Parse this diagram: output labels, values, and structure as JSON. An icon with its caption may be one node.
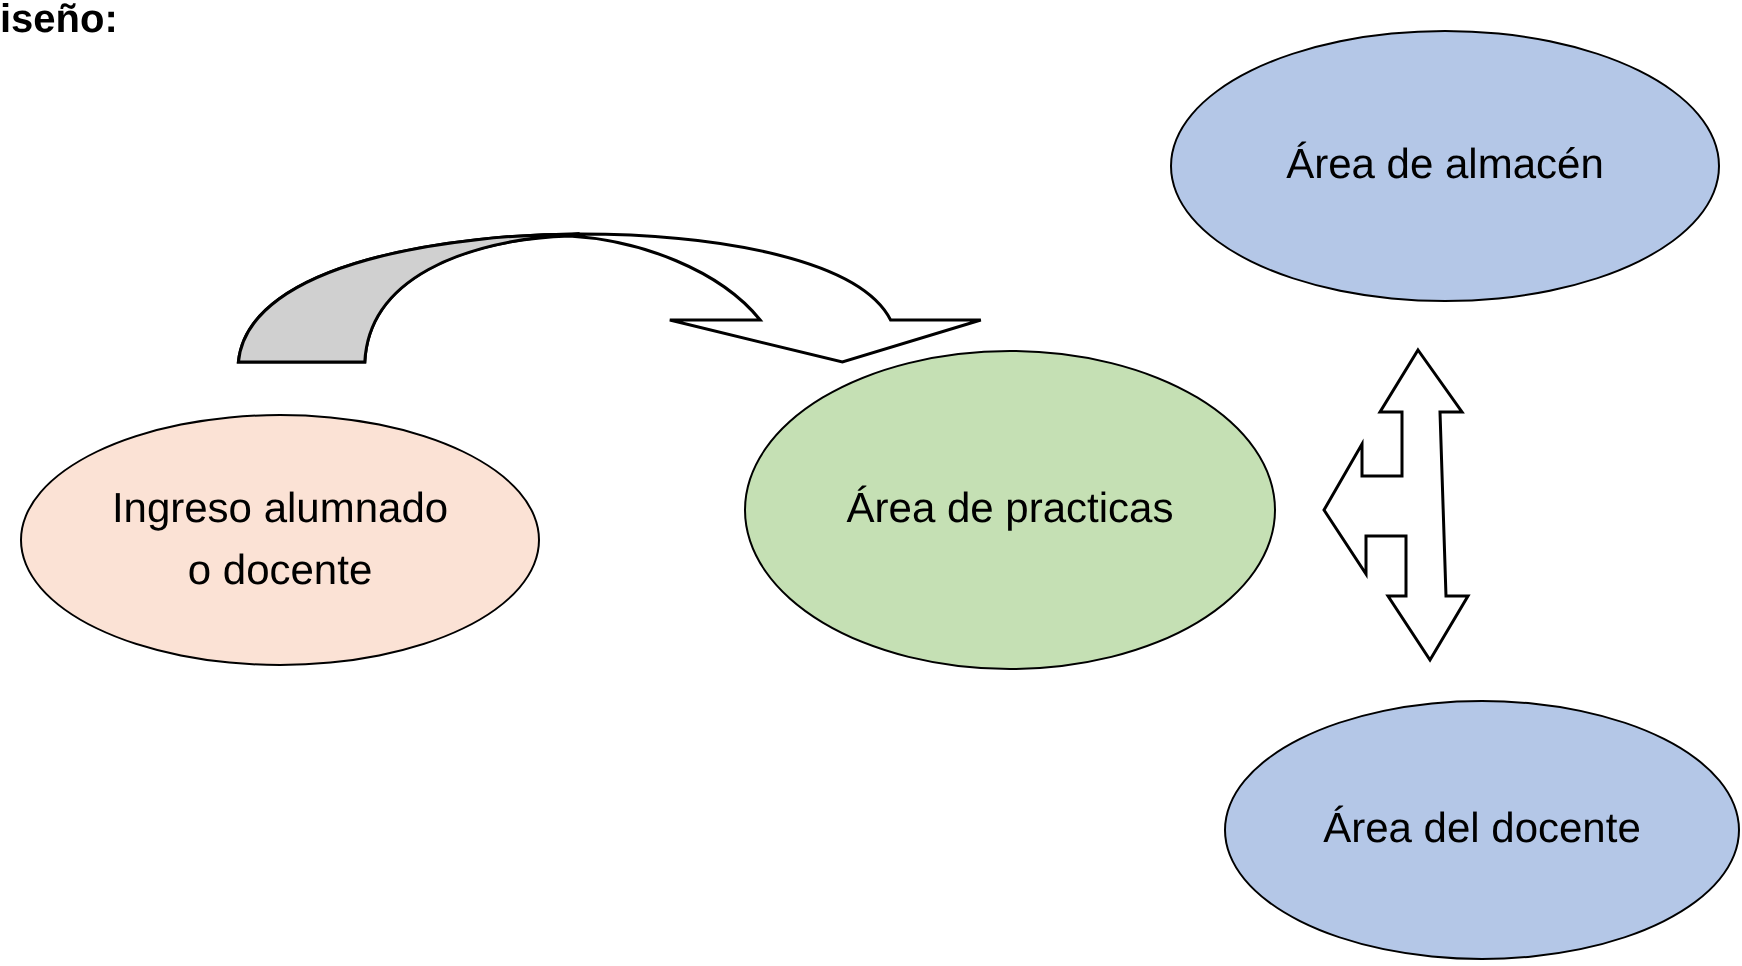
{
  "diagram": {
    "nodes": [
      {
        "text": [
          "Ingreso alumnado o docente"
        ]
      },
      {
        "text": [
          "Área de practicas"
        ]
      },
      {
        "text": [
          "Área de almacén"
        ]
      },
      {
        "text": [
          "Área del docente"
        ]
      }
    ],
    "edges": [
      {
        "from": 0,
        "to": 1,
        "arrow": "to"
      },
      {
        "from": 1,
        "to": 2,
        "arrow": "both"
      },
      {
        "from": 1,
        "to": 3,
        "arrow": "both"
      }
    ],
    "labels": [
      "iseño:"
    ]
  }
}
